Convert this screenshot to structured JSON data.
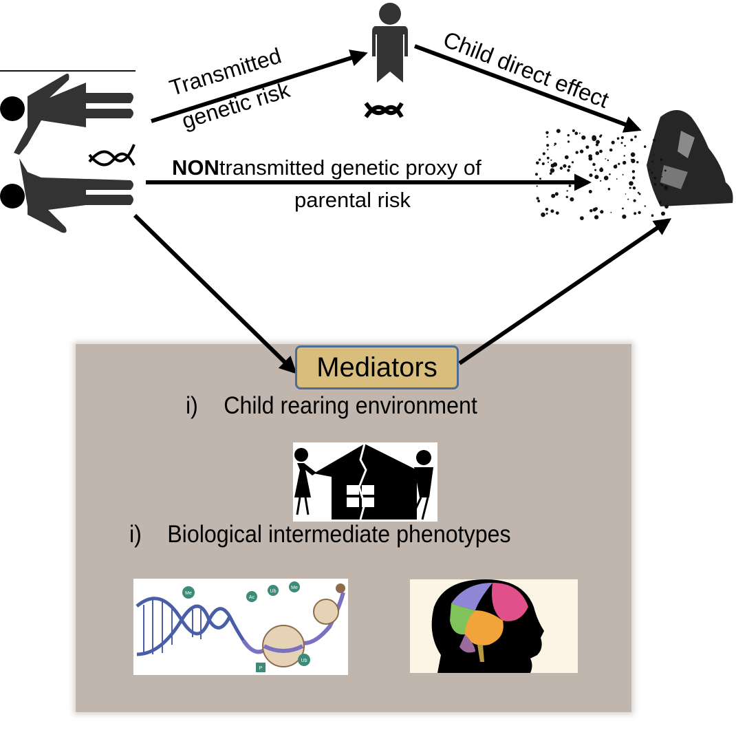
{
  "figure": {
    "parents_icon": "parents-icon",
    "child_icon": "child-icon",
    "outcome_icon": "shattered-person-icon",
    "dna_icon": "dna-icon"
  },
  "arrows": {
    "transmitted": {
      "line1": "Transmitted",
      "line2": "genetic risk"
    },
    "nontransmitted": {
      "bold": "NON",
      "rest_line1": "transmitted genetic proxy of",
      "line2": "parental risk"
    },
    "child_direct": "Child direct effect"
  },
  "mediators": {
    "title": "Mediators",
    "items": [
      {
        "num": "i)",
        "text": "Child rearing environment",
        "icon": "broken-home-icon"
      },
      {
        "num": "i)",
        "text": "Biological intermediate phenotypes",
        "icons": [
          "epigenetics-dna-icon",
          "brain-head-icon"
        ]
      }
    ],
    "epigenetic_tags": [
      "Me",
      "Ac",
      "Ub",
      "Me",
      "P",
      "Ub"
    ]
  },
  "colors": {
    "box_bg": "#c1b6ad",
    "mediator_fill": "#d8bd7d",
    "mediator_border": "#4d6c94",
    "figure_gray": "#333333"
  }
}
